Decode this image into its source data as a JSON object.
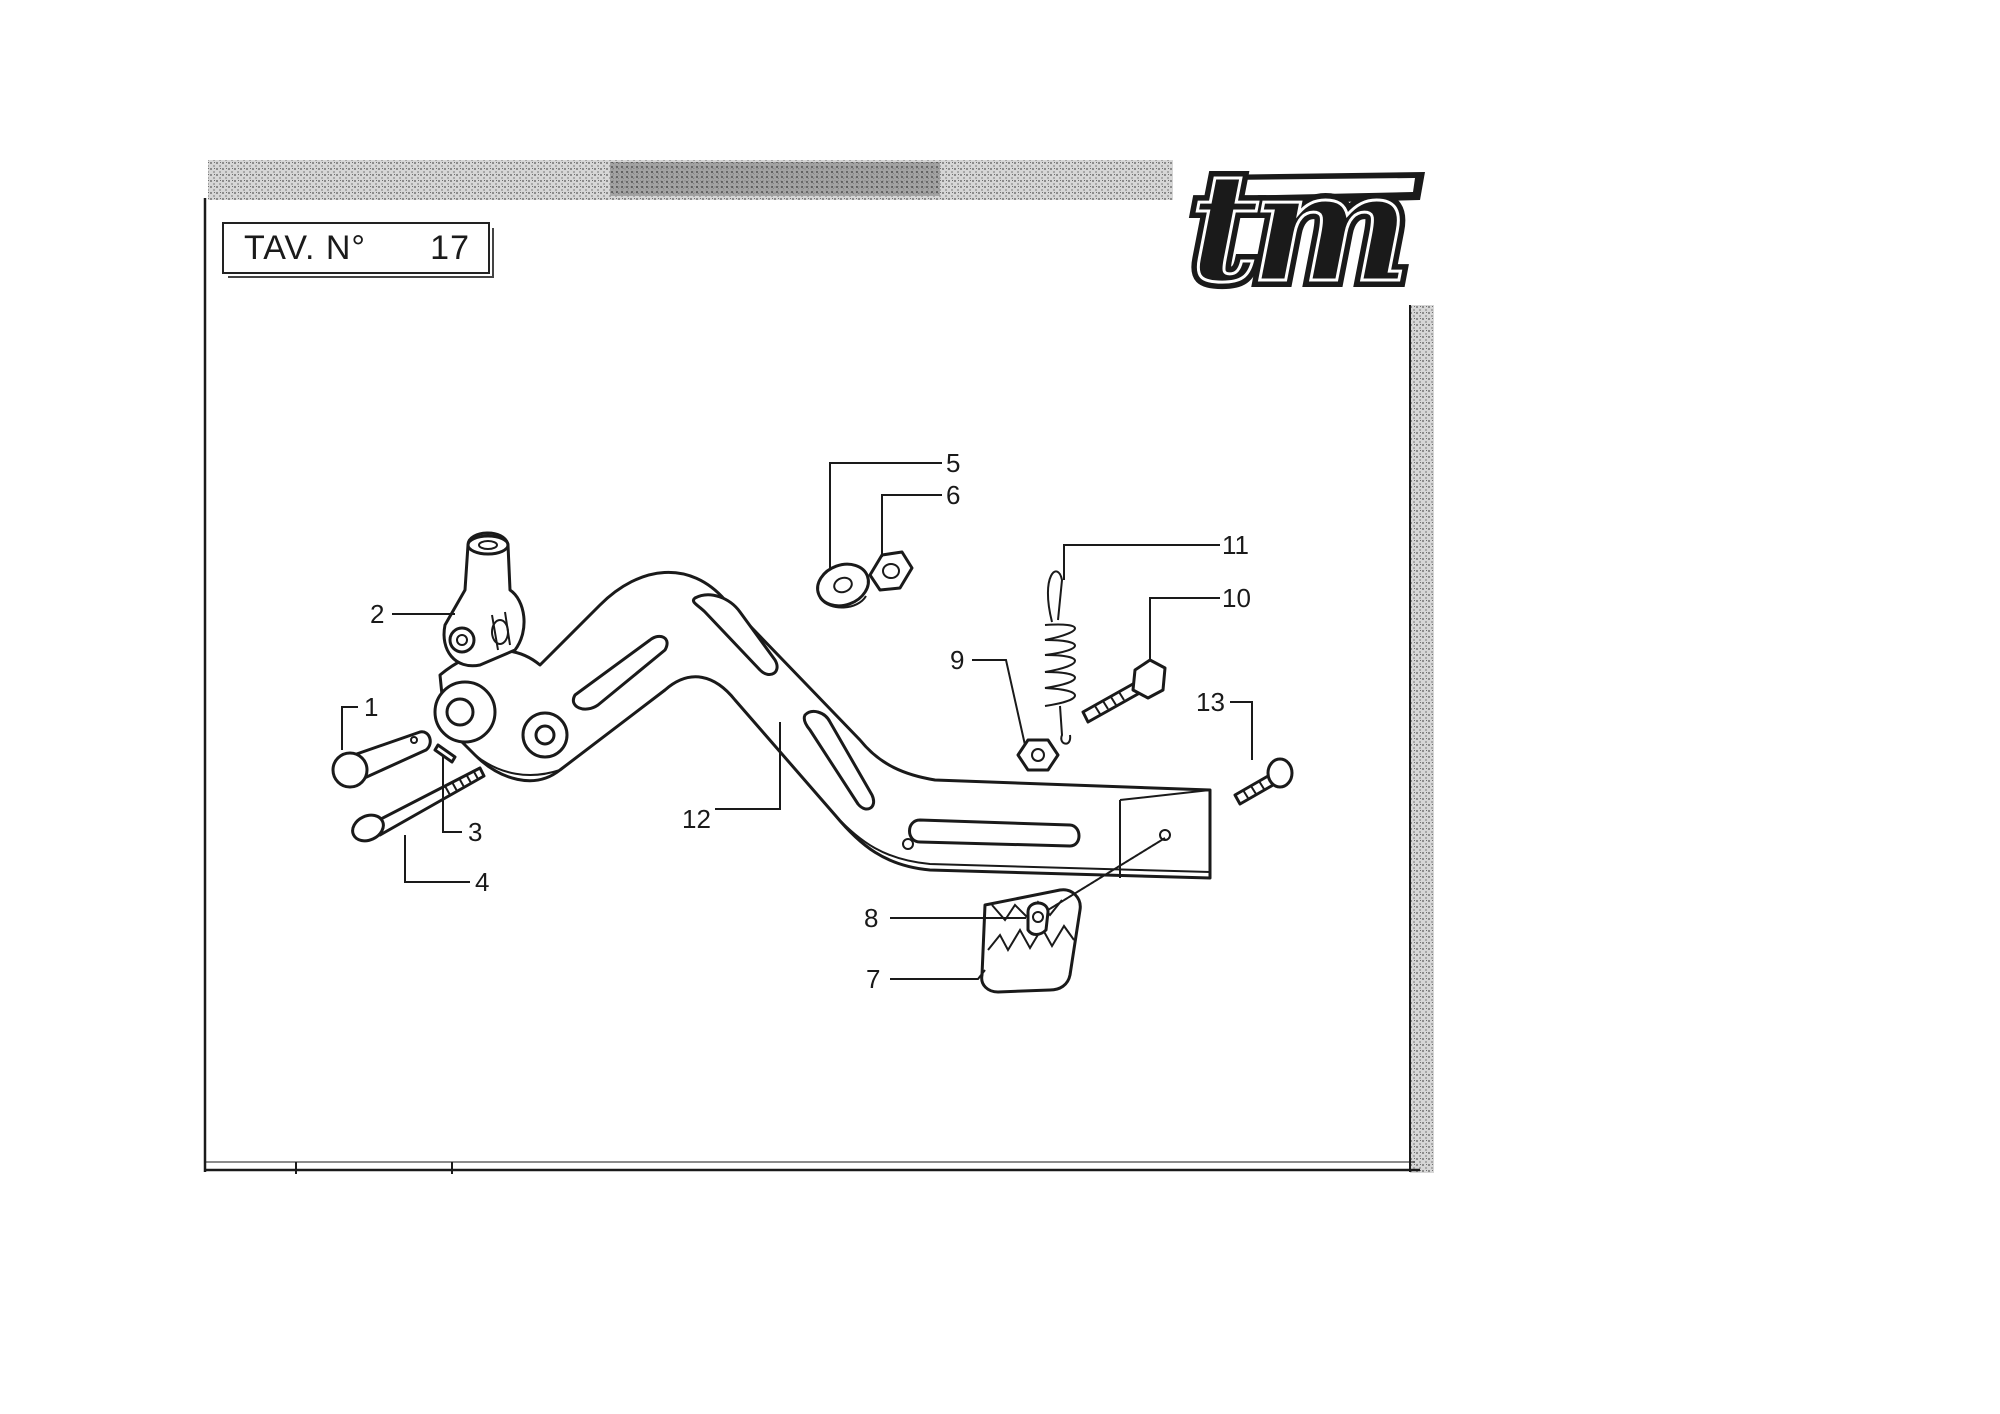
{
  "header": {
    "tav_label": "TAV. N°",
    "tav_number": "17",
    "logo_text": "tm"
  },
  "callouts": [
    {
      "id": "1",
      "label": "1"
    },
    {
      "id": "2",
      "label": "2"
    },
    {
      "id": "3",
      "label": "3"
    },
    {
      "id": "4",
      "label": "4"
    },
    {
      "id": "5",
      "label": "5"
    },
    {
      "id": "6",
      "label": "6"
    },
    {
      "id": "7",
      "label": "7"
    },
    {
      "id": "8",
      "label": "8"
    },
    {
      "id": "9",
      "label": "9"
    },
    {
      "id": "10",
      "label": "10"
    },
    {
      "id": "11",
      "label": "11"
    },
    {
      "id": "12",
      "label": "12"
    },
    {
      "id": "13",
      "label": "13"
    }
  ],
  "colors": {
    "ink": "#1a1a1a",
    "paper": "#ffffff",
    "scan_gray": "#9a9a9a"
  }
}
